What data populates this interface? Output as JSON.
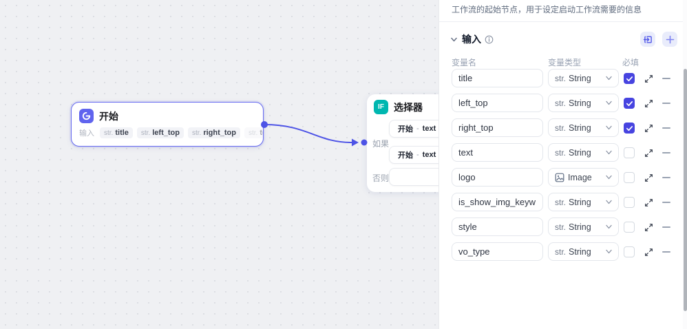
{
  "canvas": {
    "start_node": {
      "title": "开始",
      "input_label": "输入",
      "tags": [
        {
          "prefix": "str.",
          "name": "title",
          "faded": false
        },
        {
          "prefix": "str.",
          "name": "left_top",
          "faded": false
        },
        {
          "prefix": "str.",
          "name": "right_top",
          "faded": false
        },
        {
          "prefix": "str.",
          "name": "text",
          "faded": true
        }
      ],
      "more_label": "···"
    },
    "selector_node": {
      "icon_text": "IF",
      "title": "选择器",
      "if_label": "如果",
      "else_label": "否则",
      "conditions": [
        {
          "left": "开始",
          "op": "-",
          "right": "text"
        },
        {
          "left": "开始",
          "op": "-",
          "right": "text"
        }
      ]
    },
    "colors": {
      "edge": "#4d53e6",
      "start_node_border": "#6468f0",
      "start_icon_bg": "#6064ee",
      "if_icon_bg": "#00b7b0",
      "canvas_bg": "#eff0f3"
    }
  },
  "panel": {
    "description": "工作流的起始节点，用于设定启动工作流需要的信息",
    "section_title": "输入",
    "columns": {
      "name": "变量名",
      "type": "变量类型",
      "required": "必填"
    },
    "rows": [
      {
        "name": "title",
        "type_prefix": "str.",
        "type": "String",
        "required": true
      },
      {
        "name": "left_top",
        "type_prefix": "str.",
        "type": "String",
        "required": true
      },
      {
        "name": "right_top",
        "type_prefix": "str.",
        "type": "String",
        "required": true
      },
      {
        "name": "text",
        "type_prefix": "str.",
        "type": "String",
        "required": false
      },
      {
        "name": "logo",
        "type_icon": "image-icon",
        "type": "Image",
        "required": false
      },
      {
        "name": "is_show_img_keyw⋯",
        "type_prefix": "str.",
        "type": "String",
        "required": false
      },
      {
        "name": "style",
        "type_prefix": "str.",
        "type": "String",
        "required": false
      },
      {
        "name": "vo_type",
        "type_prefix": "str.",
        "type": "String",
        "required": false
      }
    ],
    "colors": {
      "accent": "#4744e0",
      "checkbox_checked": "#4744e0",
      "button_bg": "#e9ecfb"
    }
  }
}
